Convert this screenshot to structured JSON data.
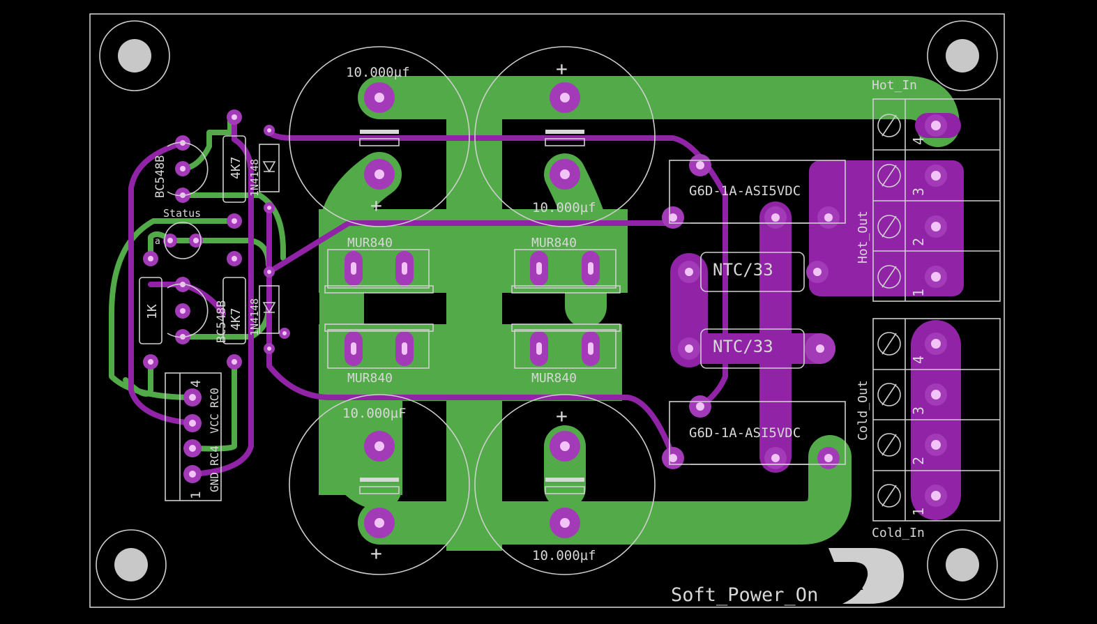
{
  "board": {
    "title": "Soft_Power_On",
    "logo_letters": "R",
    "colors": {
      "background": "#000000",
      "top_copper": "#52aa48",
      "bottom_copper": "#9124a6",
      "pad": "#a33bb8",
      "silkscreen": "#cfcfcf",
      "mount_hole": "#c8c8c8"
    }
  },
  "capacitors": {
    "c1": "10.000µf",
    "c2": "10.000µf",
    "c3": "10.000µF",
    "c4": "10.000µf",
    "plus": "+"
  },
  "diodes": {
    "d1": "MUR840",
    "d2": "MUR840",
    "d3": "MUR840",
    "d4": "MUR840"
  },
  "relays": {
    "k1": "G6D-1A-ASI5VDC",
    "k2": "G6D-1A-ASI5VDC"
  },
  "ntc": {
    "r1": "NTC/33",
    "r2": "NTC/33"
  },
  "small_parts": {
    "q1": "BC548B",
    "q2": "BC548B",
    "r_4k7_a": "4K7",
    "r_4k7_b": "4K7",
    "r_1k": "1K",
    "d_sig_a": "1N4148",
    "d_sig_b": "1N4148",
    "led": "Status",
    "led_pin": "a"
  },
  "header": {
    "pin_top": "4",
    "pin_bottom": "1",
    "signals": [
      "RC0",
      "VCC",
      "RC4",
      "GND"
    ]
  },
  "terminals": {
    "hot_in": "Hot_In",
    "hot_out": "Hot_Out",
    "cold_in": "Cold_In",
    "cold_out": "Cold_Out",
    "pin_numbers": [
      "4",
      "3",
      "2",
      "1"
    ]
  }
}
